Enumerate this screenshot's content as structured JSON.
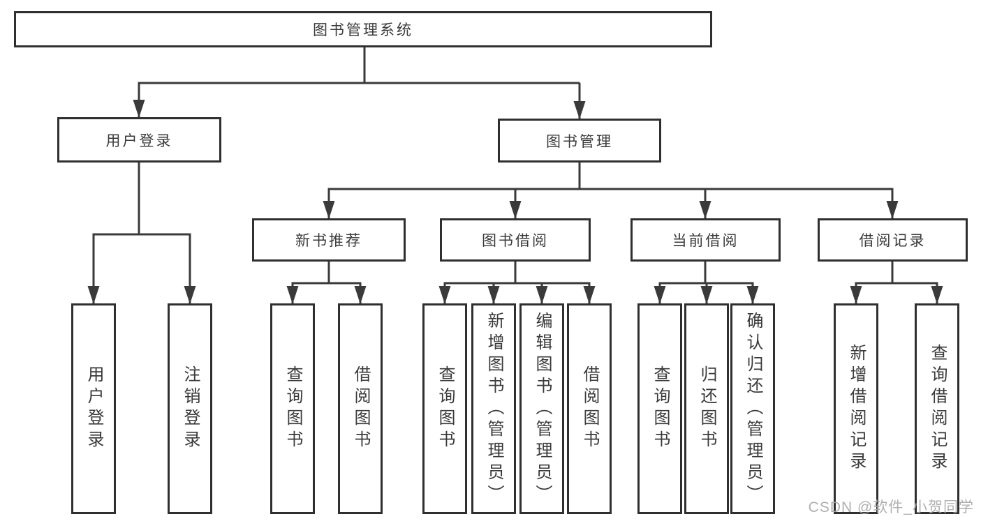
{
  "diagram": {
    "root": "图书管理系统",
    "level2": [
      "用户登录",
      "图书管理"
    ],
    "level3": [
      "新书推荐",
      "图书借阅",
      "当前借阅",
      "借阅记录"
    ],
    "leaves_user_login": [
      "用户登录",
      "注销登录"
    ],
    "leaves_new_books": [
      "查询图书",
      "借阅图书"
    ],
    "leaves_book_borrow": [
      "查询图书",
      "新增图书（管理员）",
      "编辑图书（管理员）",
      "借阅图书"
    ],
    "leaves_current_borrow": [
      "查询图书",
      "归还图书",
      "确认归还（管理员）"
    ],
    "leaves_borrow_records": [
      "新增借阅记录",
      "查询借阅记录"
    ]
  },
  "watermark": "CSDN @软件_小贺同学",
  "colors": {
    "line": "#3a3a3a",
    "box_border": "#2f2f2f",
    "box_background": "#ffffff",
    "text": "#3a3a3a",
    "watermark": "#a8a8a8"
  }
}
